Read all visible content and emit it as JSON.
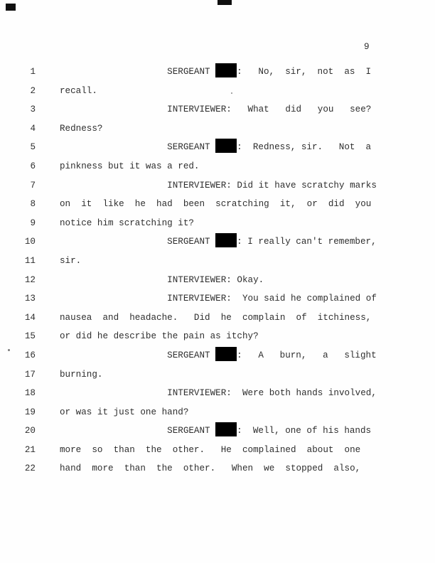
{
  "page": {
    "number": "9"
  },
  "lines": [
    {
      "num": "1",
      "parts": [
        {
          "text": "                    SERGEANT "
        },
        {
          "redaction": true
        },
        {
          "text": ":   No,  sir,  not  as  I"
        }
      ]
    },
    {
      "num": "2",
      "parts": [
        {
          "text": "recall."
        }
      ]
    },
    {
      "num": "3",
      "parts": [
        {
          "text": "                    INTERVIEWER:   What   did   you   see?"
        }
      ]
    },
    {
      "num": "4",
      "parts": [
        {
          "text": "Redness?"
        }
      ]
    },
    {
      "num": "5",
      "parts": [
        {
          "text": "                    SERGEANT "
        },
        {
          "redaction": true
        },
        {
          "text": ":  Redness, sir.   Not  a"
        }
      ]
    },
    {
      "num": "6",
      "parts": [
        {
          "text": "pinkness but it was a red."
        }
      ]
    },
    {
      "num": "7",
      "parts": [
        {
          "text": "                    INTERVIEWER: Did it have scratchy marks"
        }
      ]
    },
    {
      "num": "8",
      "parts": [
        {
          "text": "on  it  like  he  had  been  scratching  it,  or  did  you"
        }
      ]
    },
    {
      "num": "9",
      "parts": [
        {
          "text": "notice him scratching it?"
        }
      ]
    },
    {
      "num": "10",
      "parts": [
        {
          "text": "                    SERGEANT "
        },
        {
          "redaction": true
        },
        {
          "text": ": I really can't remember,"
        }
      ]
    },
    {
      "num": "11",
      "parts": [
        {
          "text": "sir."
        }
      ]
    },
    {
      "num": "12",
      "parts": [
        {
          "text": "                    INTERVIEWER: Okay."
        }
      ]
    },
    {
      "num": "13",
      "parts": [
        {
          "text": "                    INTERVIEWER:  You said he complained of"
        }
      ]
    },
    {
      "num": "14",
      "parts": [
        {
          "text": "nausea  and  headache.   Did  he  complain  of  itchiness,"
        }
      ]
    },
    {
      "num": "15",
      "parts": [
        {
          "text": "or did he describe the pain as itchy?"
        }
      ]
    },
    {
      "num": "16",
      "parts": [
        {
          "text": "                    SERGEANT "
        },
        {
          "redaction": true
        },
        {
          "text": ":   A   burn,   a   slight"
        }
      ]
    },
    {
      "num": "17",
      "parts": [
        {
          "text": "burning."
        }
      ]
    },
    {
      "num": "18",
      "parts": [
        {
          "text": "                    INTERVIEWER:  Were both hands involved,"
        }
      ]
    },
    {
      "num": "19",
      "parts": [
        {
          "text": "or was it just one hand?"
        }
      ]
    },
    {
      "num": "20",
      "parts": [
        {
          "text": "                    SERGEANT "
        },
        {
          "redaction": true
        },
        {
          "text": ":  Well, one of his hands"
        }
      ]
    },
    {
      "num": "21",
      "parts": [
        {
          "text": "more  so  than  the  other.   He  complained  about  one"
        }
      ]
    },
    {
      "num": "22",
      "parts": [
        {
          "text": "hand  more  than  the  other.   When  we  stopped  also,"
        }
      ]
    }
  ]
}
